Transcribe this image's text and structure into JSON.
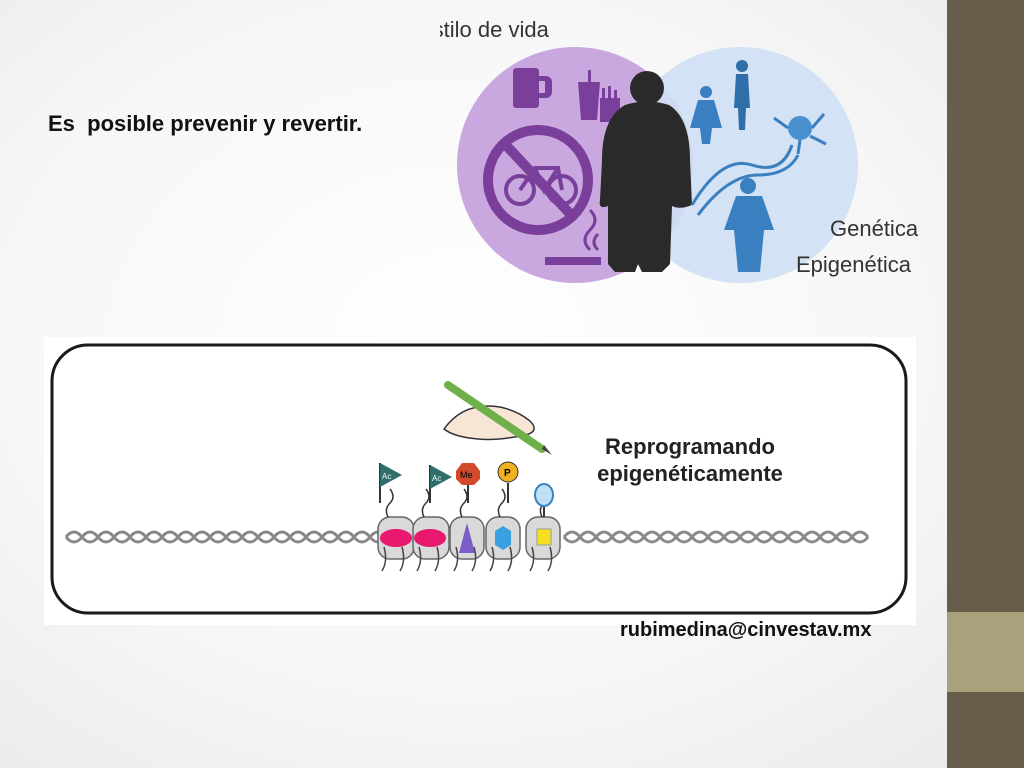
{
  "slide": {
    "headline": "Es  posible prevenir y revertir.",
    "venn": {
      "top_label": "Estilo de vida",
      "right_label_1": "Genética",
      "right_label_2": "Epigenética",
      "colors": {
        "left_circle": "#c9a8e0",
        "right_circle": "#cfe0f3",
        "silhouette": "#2a2a2a",
        "icons": "#7a3f9a",
        "blue_icons": "#3a7fc0"
      }
    },
    "diagram": {
      "caption": "Reprogramando\nepigenéticamente",
      "marks": [
        {
          "label": "Ac",
          "color": "#2f6e6a"
        },
        {
          "label": "Ac",
          "color": "#2f6e6a"
        },
        {
          "label": "Me",
          "color": "#d24a2a"
        },
        {
          "label": "P",
          "color": "#f0b020"
        }
      ],
      "colors": {
        "frame": "#1a1a1a",
        "dna": "#8a8a8a",
        "nucleosome": "#d9d9d9",
        "oval": "#e8186e",
        "triangle": "#7b5cc8",
        "hexagon": "#3aa0e0",
        "square": "#f5e020",
        "pencil": "#6fb04a"
      }
    },
    "email": "rubimedina@cinvestav.mx"
  }
}
